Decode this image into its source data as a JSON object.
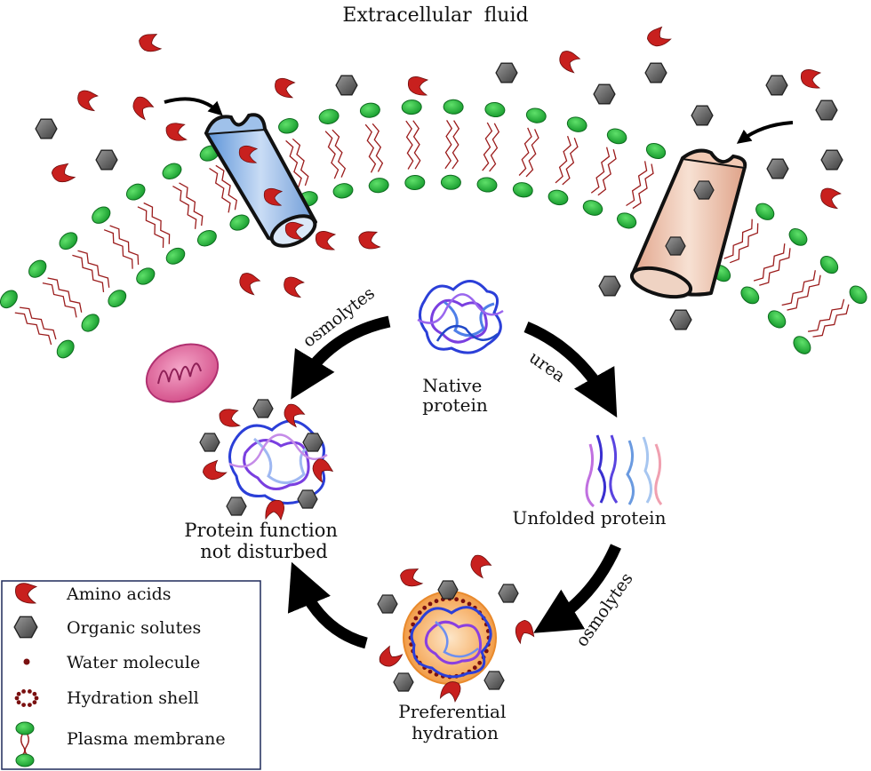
{
  "labels": {
    "top": "Extracellular  fluid",
    "native": [
      "Native",
      "protein"
    ],
    "unfolded": "Unfolded protein",
    "function": [
      "Protein function",
      "not disturbed"
    ],
    "preferential": [
      "Preferential",
      "hydration"
    ],
    "arrow_osmolytes_left": "osmolytes",
    "arrow_urea": "urea",
    "arrow_osmolytes_right": "osmolytes"
  },
  "legend": {
    "items": [
      {
        "label": "Amino acids",
        "icon": "amino-acid-icon"
      },
      {
        "label": "Organic solutes",
        "icon": "organic-solute-icon"
      },
      {
        "label": "Water molecule",
        "icon": "water-molecule-icon"
      },
      {
        "label": "Hydration shell",
        "icon": "hydration-shell-icon"
      },
      {
        "label": "Plasma membrane",
        "icon": "plasma-membrane-icon"
      }
    ]
  },
  "colors": {
    "lipid_head": "#22a83a",
    "lipid_tail": "#9b1c1c",
    "amino_acid": "#c41e1e",
    "solute": "#6b6b6b",
    "arrow": "#000000",
    "hydration_core": "#f4a04a",
    "water": "#7a1010"
  }
}
